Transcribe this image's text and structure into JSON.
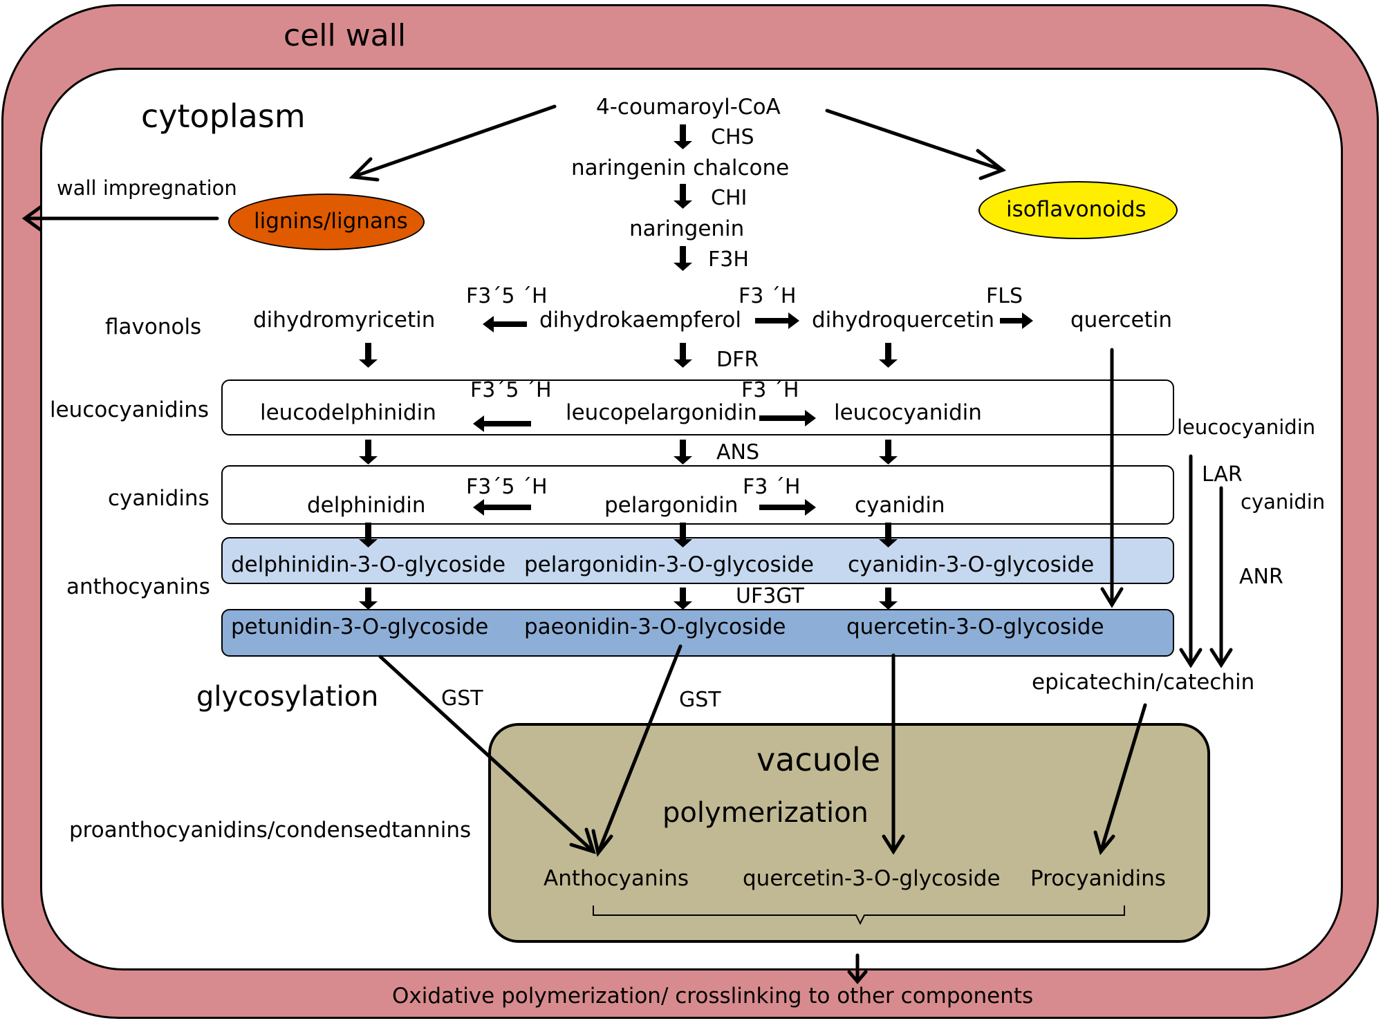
{
  "compartments": {
    "cell_wall": "cell wall",
    "cytoplasm": "cytoplasm",
    "vacuole": "vacuole"
  },
  "side_products": {
    "lignins": "lignins/lignans",
    "isoflavonoids": "isoflavonoids",
    "wall_impregnation": "wall impregnation"
  },
  "pathway": {
    "coumaroyl": "4-coumaroyl-CoA",
    "chalcone": "naringenin chalcone",
    "naringenin": "naringenin"
  },
  "enzymes": {
    "chs": "CHS",
    "chi": "CHI",
    "f3h": "F3H",
    "f35h_1": "F3´5 ´H",
    "f3h_1": "F3  ´H",
    "fls": "FLS",
    "dfr": "DFR",
    "f35h_2": "F3´5 ´H",
    "f3h_2": "F3  ´H",
    "ans": "ANS",
    "f35h_3": "F3´5 ´H",
    "f3h_3": "F3  ´H",
    "uf3gt": "UF3GT",
    "lar": "LAR",
    "anr": "ANR",
    "gst_1": "GST",
    "gst_2": "GST"
  },
  "row_labels": {
    "flavonols": "flavonols",
    "leucocyanidins": "leucocyanidins",
    "cyanidins": "cyanidins",
    "anthocyanins": "anthocyanins",
    "glycosylation": "glycosylation",
    "proanthocyanidins": "proanthocyanidins/condensedtannins"
  },
  "flavonols_row": {
    "dihydromyricetin": "dihydromyricetin",
    "dihydrokaempferol": "dihydrokaempferol",
    "dihydroquercetin": "dihydroquercetin",
    "quercetin": "quercetin"
  },
  "leuco_row": {
    "leucodelphinidin": "leucodelphinidin",
    "leucopelargonidin": "leucopelargonidin",
    "leucocyanidin": "leucocyanidin"
  },
  "cyanidin_row": {
    "delphinidin": "delphinidin",
    "pelargonidin": "pelargonidin",
    "cyanidin": "cyanidin"
  },
  "antho_row": {
    "delphinidin_glyc": "delphinidin-3-O-glycoside",
    "pelargonidin_glyc": "pelargonidin-3-O-glycoside",
    "cyanidin_glyc": "cyanidin-3-O-glycoside"
  },
  "glyco_row": {
    "petunidin_glyc": "petunidin-3-O-glycoside",
    "paeonidin_glyc": "paeonidin-3-O-glycoside",
    "quercetin_glyc": "quercetin-3-O-glycoside"
  },
  "side_branch": {
    "leucocyanidin": "leucocyanidin",
    "cyanidin": "cyanidin",
    "epicatechin": "epicatechin/catechin"
  },
  "vacuole_content": {
    "polymerization": "polymerization",
    "anthocyanins": "Anthocyanins",
    "quercetin_glyc": "quercetin-3-O-glycoside",
    "procyanidins": "Procyanidins"
  },
  "footer": "Oxidative polymerization/ crosslinking to other  components",
  "colors": {
    "cell_wall": "#d88b8e",
    "lignins": "#e05a00",
    "isoflavonoids": "#ffee00",
    "anthocyanin_box": "#c5d8ef",
    "glycoside_box": "#8daed6",
    "vacuole": "#c0b993"
  }
}
